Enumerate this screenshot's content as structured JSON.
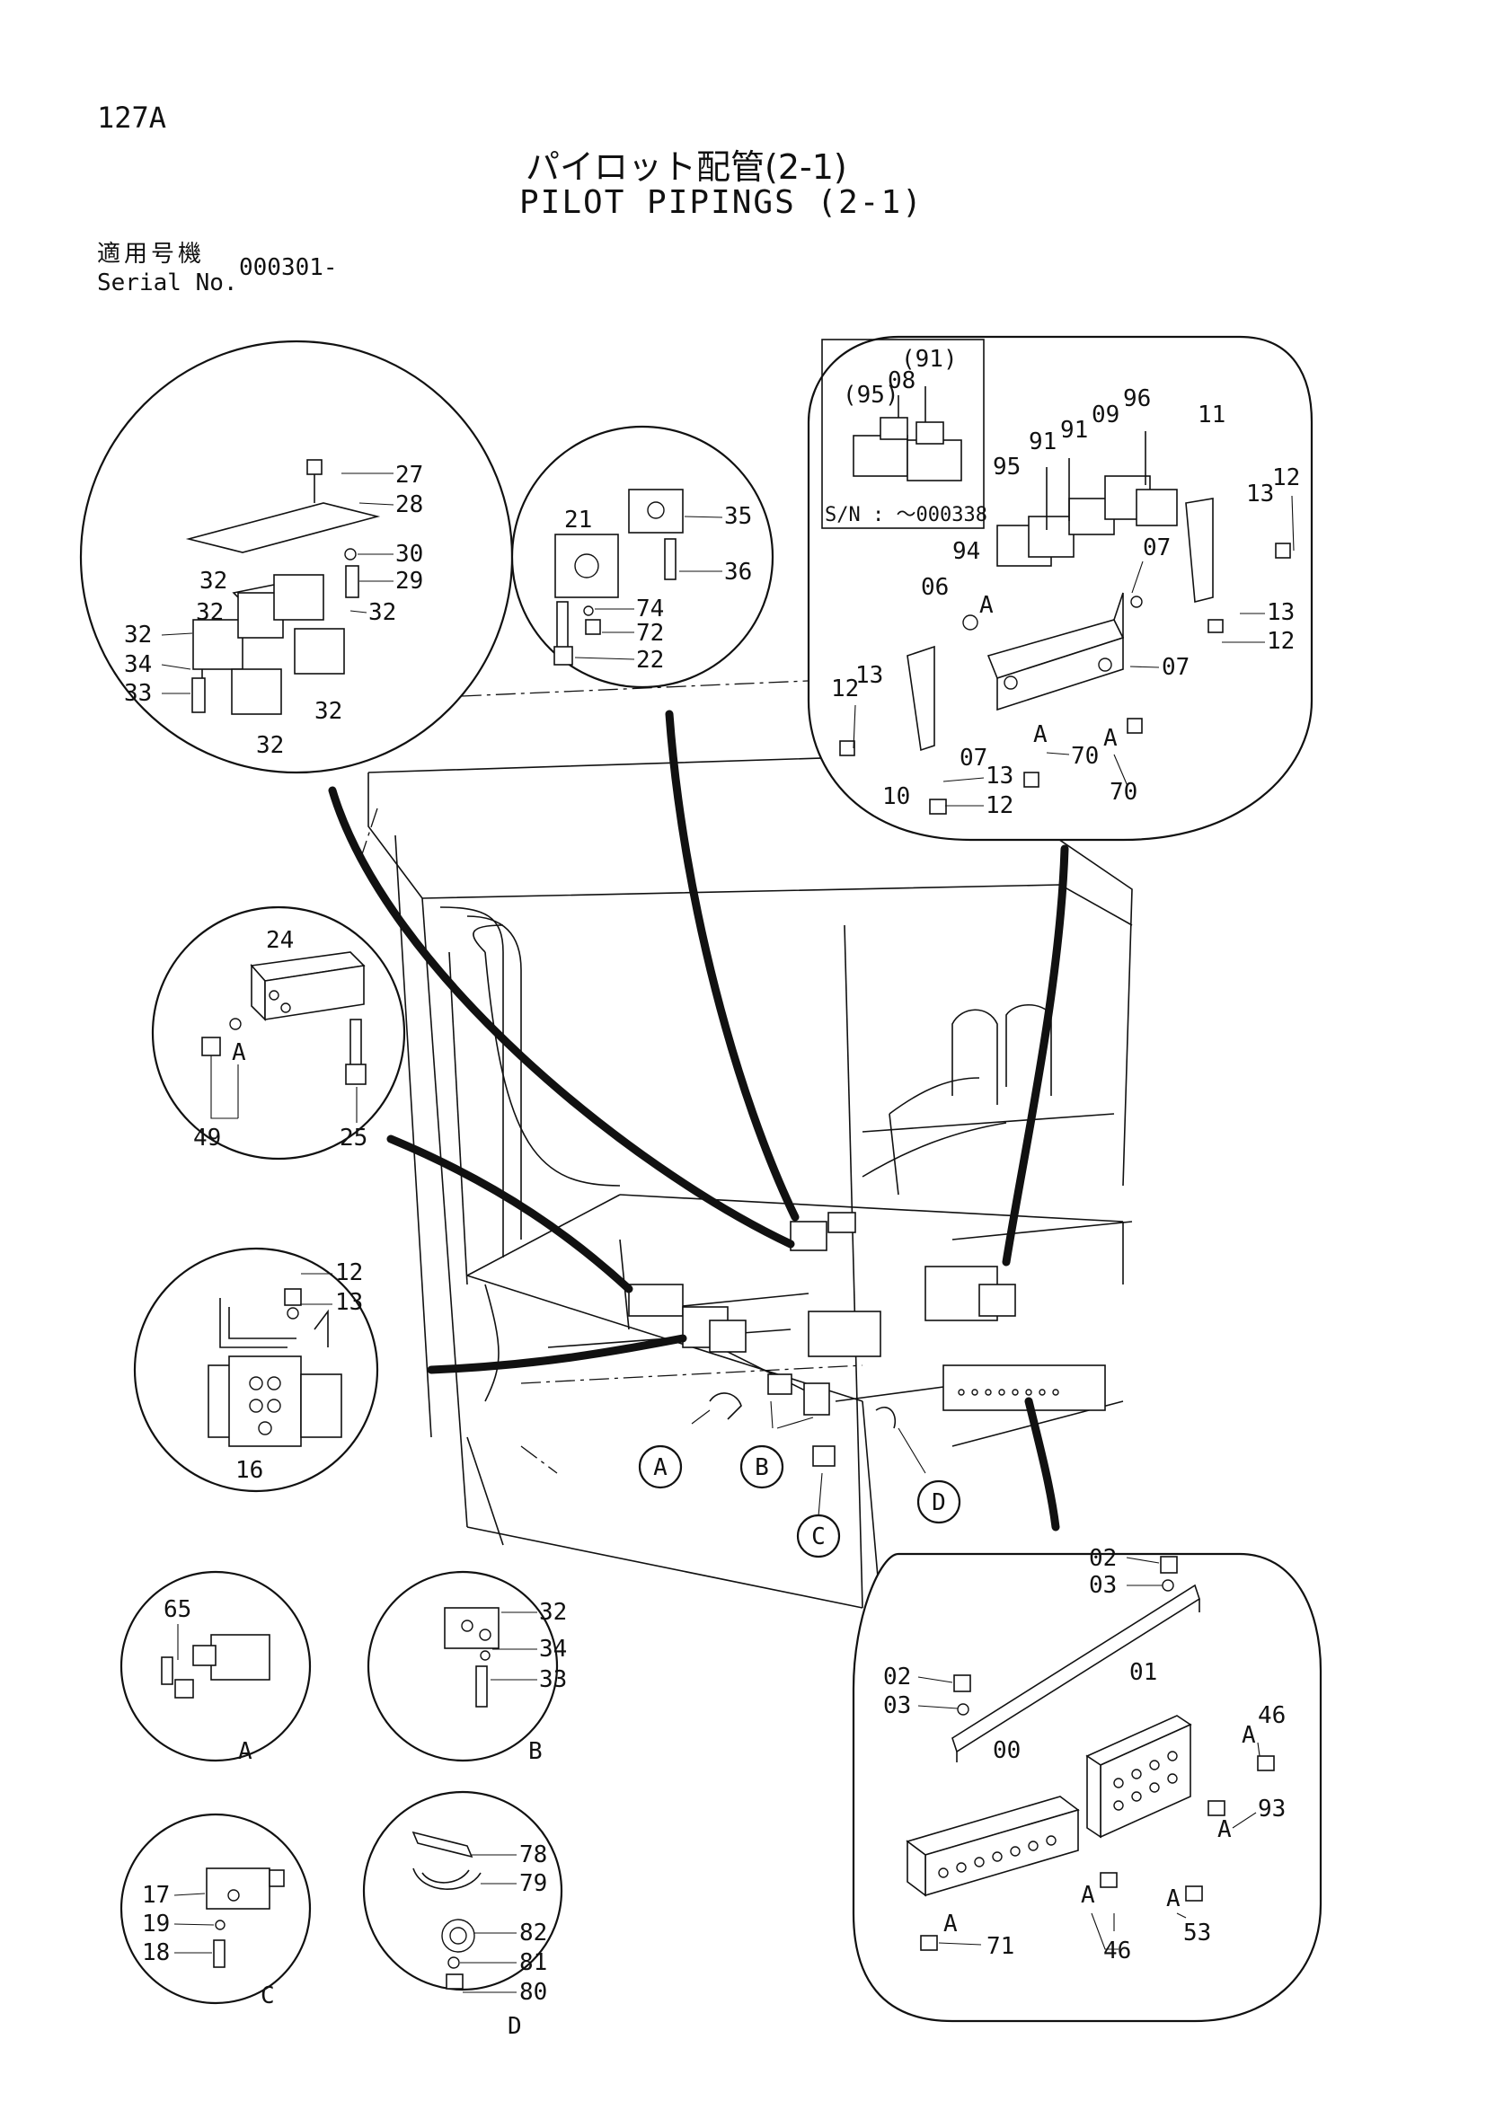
{
  "header": {
    "page_number": "127A",
    "title_jp": "パイロット配管(2-1)",
    "title_en": "PILOT PIPINGS (2-1)",
    "serial_label_jp": "適用号機",
    "serial_label_en": "Serial No.",
    "serial_value": "000301-"
  },
  "detail_top_left": {
    "labels": [
      "27",
      "28",
      "30",
      "29",
      "32",
      "32",
      "32",
      "32",
      "32",
      "32",
      "34",
      "33"
    ]
  },
  "detail_top_mid": {
    "labels": [
      "21",
      "35",
      "36",
      "74",
      "72",
      "22"
    ]
  },
  "detail_top_right": {
    "inset_labels": [
      "(91)",
      "(95)",
      "08"
    ],
    "inset_serial": "S/N : ～000338",
    "labels": [
      "95",
      "91",
      "91",
      "09",
      "96",
      "11",
      "13",
      "12",
      "94",
      "06",
      "07",
      "13",
      "12",
      "07",
      "12",
      "13",
      "07",
      "70",
      "70",
      "10",
      "13",
      "12"
    ],
    "ref_letters": [
      "A",
      "A",
      "A"
    ]
  },
  "detail_mid_left": {
    "labels": [
      "24",
      "49",
      "25"
    ],
    "ref_letters": [
      "A"
    ]
  },
  "detail_valve": {
    "labels": [
      "12",
      "13",
      "16"
    ]
  },
  "detail_A": {
    "labels": [
      "65"
    ],
    "caption": "A"
  },
  "detail_B": {
    "labels": [
      "32",
      "34",
      "33"
    ],
    "caption": "B"
  },
  "detail_C": {
    "labels": [
      "17",
      "19",
      "18"
    ],
    "caption": "C"
  },
  "detail_D": {
    "labels": [
      "78",
      "79",
      "82",
      "81",
      "80"
    ],
    "caption": "D"
  },
  "detail_bottom_right": {
    "labels": [
      "02",
      "03",
      "02",
      "03",
      "01",
      "00",
      "46",
      "93",
      "46",
      "53",
      "71"
    ],
    "ref_letters": [
      "A",
      "A",
      "A",
      "A",
      "A"
    ]
  },
  "callouts": [
    "A",
    "B",
    "C",
    "D"
  ]
}
